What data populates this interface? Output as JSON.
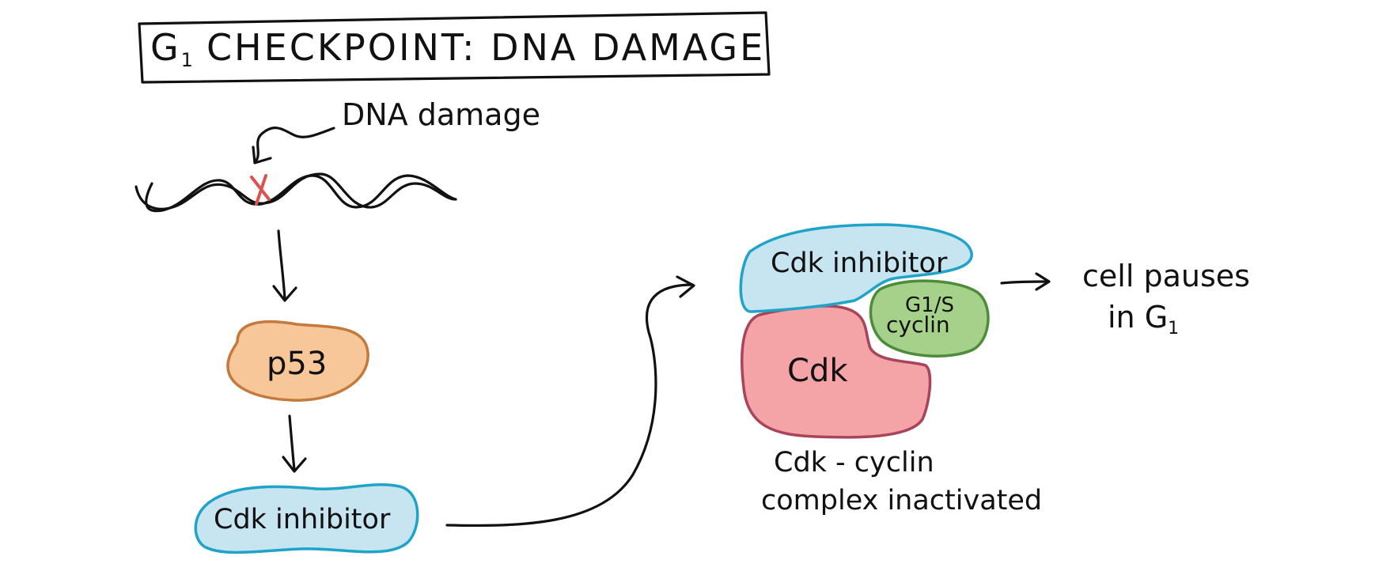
{
  "title": {
    "prefix": "G",
    "subscript": "1",
    "text": "CHECKPOINT: DNA DAMAGE"
  },
  "dna_damage_label": "DNA damage",
  "nodes": {
    "p53": "p53",
    "cdk_inhibitor_left": "Cdk inhibitor",
    "cdk_inhibitor_complex": "Cdk inhibitor",
    "g1s_cyclin_line1": "G1/S",
    "g1s_cyclin_line2": "cyclin",
    "cdk": "Cdk"
  },
  "complex_caption": {
    "line1": "Cdk - cyclin",
    "line2": "complex inactivated"
  },
  "outcome": {
    "line1": "cell pauses",
    "line2_prefix": "in G",
    "line2_subscript": "1"
  },
  "colors": {
    "ink": "#111111",
    "p53_fill": "#f7c79a",
    "p53_stroke": "#c47a3c",
    "inhibitor_fill": "#c6e5f1",
    "inhibitor_stroke": "#1fa3c9",
    "cyclin_fill": "#a6d18a",
    "cyclin_stroke": "#4d8c3a",
    "cdk_fill": "#f4a3a7",
    "cdk_stroke": "#a9455a",
    "damage_mark": "#d9534f"
  }
}
